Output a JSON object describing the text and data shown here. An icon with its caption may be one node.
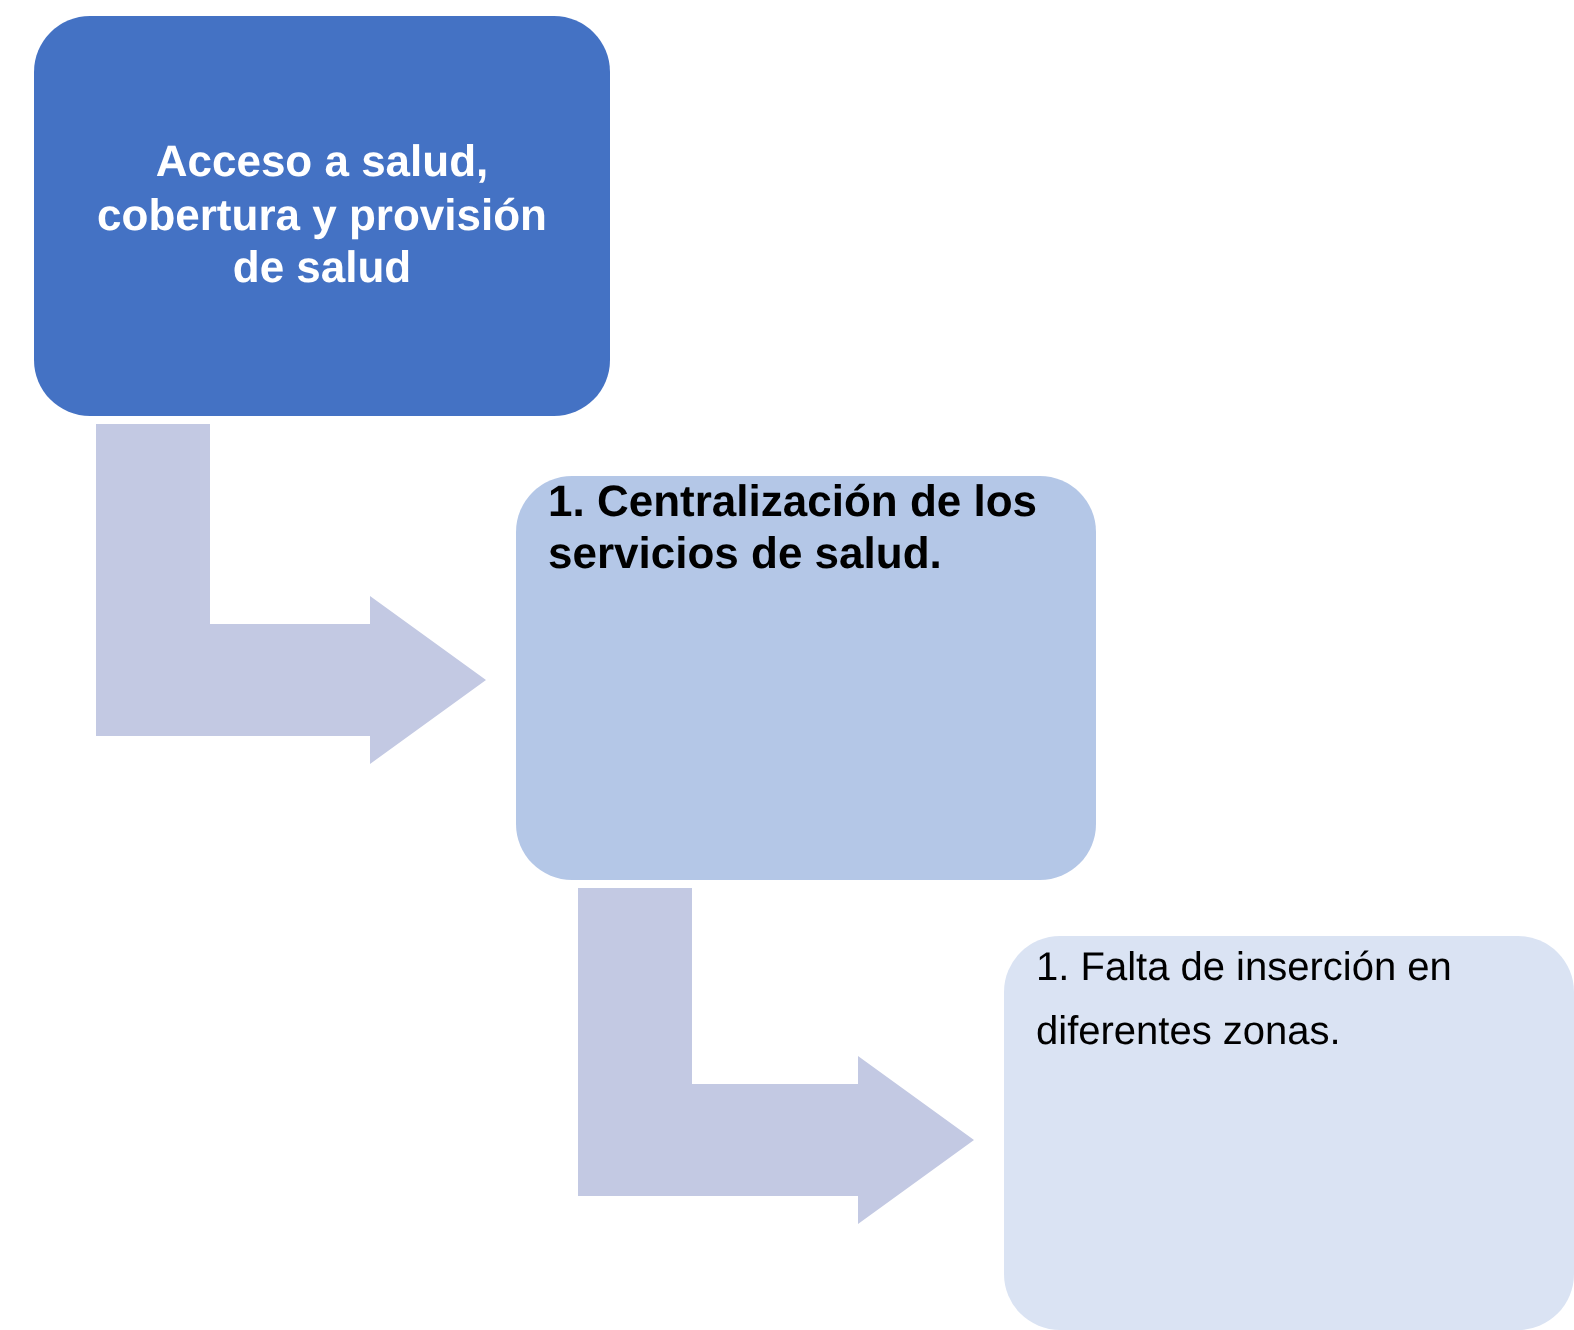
{
  "diagram": {
    "nodes": [
      {
        "text": [
          "Acceso a salud, cobertura y provisión de salud"
        ]
      },
      {
        "text": [
          "1. Centralización de los servicios de salud."
        ]
      },
      {
        "text": [
          "1. Falta de inserción en diferentes zonas."
        ]
      }
    ],
    "edges": [
      {
        "from": 0,
        "to": 1,
        "arrow": "to",
        "style": "thick"
      },
      {
        "from": 1,
        "to": 2,
        "arrow": "to",
        "style": "thick"
      }
    ]
  }
}
